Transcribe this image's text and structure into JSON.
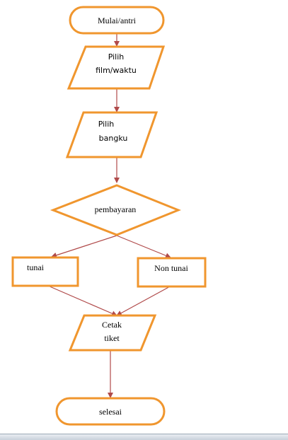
{
  "diagram": {
    "nodes": {
      "start": "Mulai/antri",
      "film_line1": "Pilih",
      "film_line2": "film/waktu",
      "seat_line1": "Pilih",
      "seat_line2": "bangku",
      "decision": "pembayaran",
      "cash": "tunai",
      "noncash": "Non tunai",
      "print_line1": "Cetak",
      "print_line2": "tiket",
      "end": "selesai"
    },
    "edges": [
      [
        "start",
        "film"
      ],
      [
        "film",
        "seat"
      ],
      [
        "seat",
        "decision"
      ],
      [
        "decision",
        "cash"
      ],
      [
        "decision",
        "noncash"
      ],
      [
        "cash",
        "print"
      ],
      [
        "noncash",
        "print"
      ],
      [
        "print",
        "end"
      ]
    ],
    "colors": {
      "shape_stroke": "#f0962e",
      "connector": "#b04a4a"
    }
  }
}
